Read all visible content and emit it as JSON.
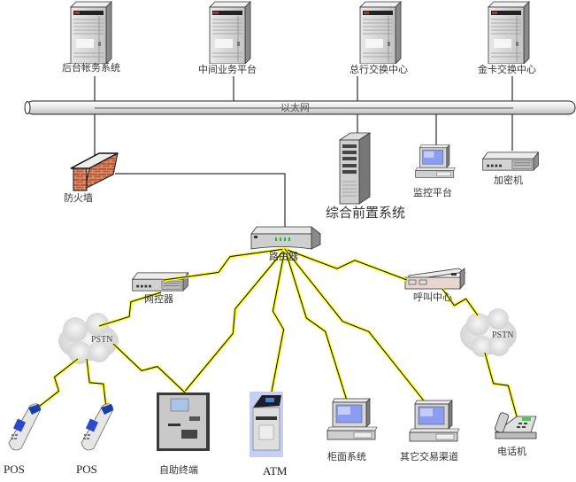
{
  "diagram": {
    "backbone": {
      "label": "以太网"
    },
    "servers": [
      {
        "id": "backend-accounting",
        "label": "后台帐务系统"
      },
      {
        "id": "middle-business",
        "label": "中间业务平台"
      },
      {
        "id": "hq-exchange",
        "label": "总行交换中心"
      },
      {
        "id": "card-exchange",
        "label": "金卡交换中心"
      }
    ],
    "firewall": {
      "label": "防火墙"
    },
    "front_system": {
      "label": "综合前置系统"
    },
    "monitor": {
      "label": "监控平台"
    },
    "encryptor": {
      "label": "加密机"
    },
    "router": {
      "label": "路由器"
    },
    "gateway": {
      "label": "网控器"
    },
    "call_center": {
      "label": "呼叫中心"
    },
    "clouds": [
      {
        "id": "pstn-left",
        "label": "PSTN"
      },
      {
        "id": "pstn-right",
        "label": "PSTN"
      }
    ],
    "terminals": [
      {
        "id": "pos-1",
        "label": "POS"
      },
      {
        "id": "pos-2",
        "label": "POS"
      },
      {
        "id": "self-service",
        "label": "自助终端"
      },
      {
        "id": "atm",
        "label": "ATM"
      },
      {
        "id": "counter",
        "label": "柜面系统"
      },
      {
        "id": "other-channels",
        "label": "其它交易渠道"
      },
      {
        "id": "telephone",
        "label": "电话机"
      }
    ],
    "colors": {
      "lightning": "#ffff00",
      "line": "#000000",
      "server_body": "#d4d4d4",
      "brick": "#c0573a",
      "screen": "#8c9cf0"
    }
  }
}
